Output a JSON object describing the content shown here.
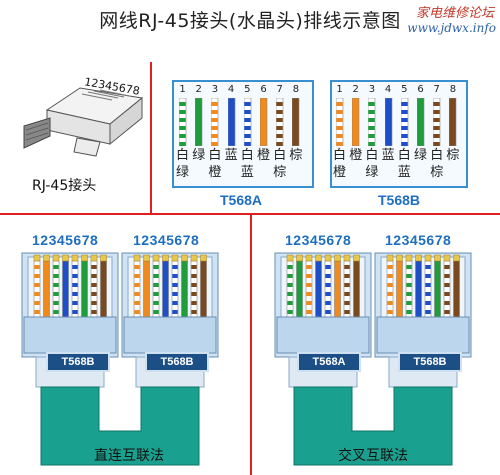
{
  "title": "网线RJ-45接头(水晶头)排线示意图",
  "watermark": {
    "site_cn": "家电维修论坛",
    "site_url": "www.jdwx.info"
  },
  "plug": {
    "pin_label": "12345678",
    "name": "RJ-45接头"
  },
  "pins": [
    "1",
    "2",
    "3",
    "4",
    "5",
    "6",
    "7",
    "8"
  ],
  "wire_colors": {
    "white": "#ffffff",
    "green": "#1f9d3a",
    "orange": "#f08a1c",
    "blue": "#1f4fc8",
    "brown": "#7a4a1e"
  },
  "standards": [
    {
      "name": "T568A",
      "wires": [
        [
          "white",
          "green"
        ],
        [
          "green",
          "green"
        ],
        [
          "white",
          "orange"
        ],
        [
          "blue",
          "blue"
        ],
        [
          "white",
          "blue"
        ],
        [
          "orange",
          "orange"
        ],
        [
          "white",
          "brown"
        ],
        [
          "brown",
          "brown"
        ]
      ],
      "row1": [
        "白",
        "绿",
        "白",
        "蓝",
        "白",
        "橙",
        "白",
        "棕"
      ],
      "row2": [
        "绿",
        "",
        "橙",
        "",
        "蓝",
        "",
        "棕",
        ""
      ]
    },
    {
      "name": "T568B",
      "wires": [
        [
          "white",
          "orange"
        ],
        [
          "orange",
          "orange"
        ],
        [
          "white",
          "green"
        ],
        [
          "blue",
          "blue"
        ],
        [
          "white",
          "blue"
        ],
        [
          "green",
          "green"
        ],
        [
          "white",
          "brown"
        ],
        [
          "brown",
          "brown"
        ]
      ],
      "row1": [
        "白",
        "橙",
        "白",
        "蓝",
        "白",
        "绿",
        "白",
        "棕"
      ],
      "row2": [
        "橙",
        "",
        "绿",
        "",
        "蓝",
        "",
        "棕",
        ""
      ]
    }
  ],
  "connectors": {
    "pin_header": "12345678",
    "straight": {
      "left_tag": "T568B",
      "right_tag": "T568B",
      "method": "直连互联法"
    },
    "crossover": {
      "left_tag": "T568A",
      "right_tag": "T568B",
      "method": "交叉互联法"
    }
  }
}
